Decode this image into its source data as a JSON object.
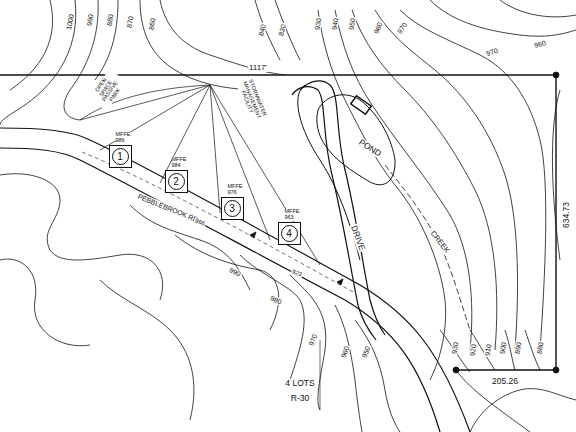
{
  "diagram": {
    "nodes": [
      {
        "text": [
          "MFFE 986",
          "1"
        ]
      },
      {
        "text": [
          "MFFE 984",
          "2"
        ]
      },
      {
        "text": [
          "MFFE 976",
          "3"
        ]
      },
      {
        "text": [
          "MFFE 963",
          "4"
        ]
      }
    ],
    "labels": [
      "1117'",
      "OPEN SPACE PASSIVE PARK",
      "STORMWATER MANAGEMENT FACILITY",
      "POND",
      "DRIVE",
      "CREEK",
      "634.73",
      "205.26",
      "PEBBLEBROOK RD",
      "4 LOTS",
      "R-30",
      "1000",
      "990",
      "880",
      "870",
      "860",
      "840",
      "830",
      "930",
      "940",
      "950",
      "960",
      "970",
      "970",
      "960",
      "966",
      "990",
      "980",
      "970",
      "960",
      "950",
      "923",
      "930",
      "920",
      "910",
      "900",
      "890",
      "880"
    ]
  }
}
